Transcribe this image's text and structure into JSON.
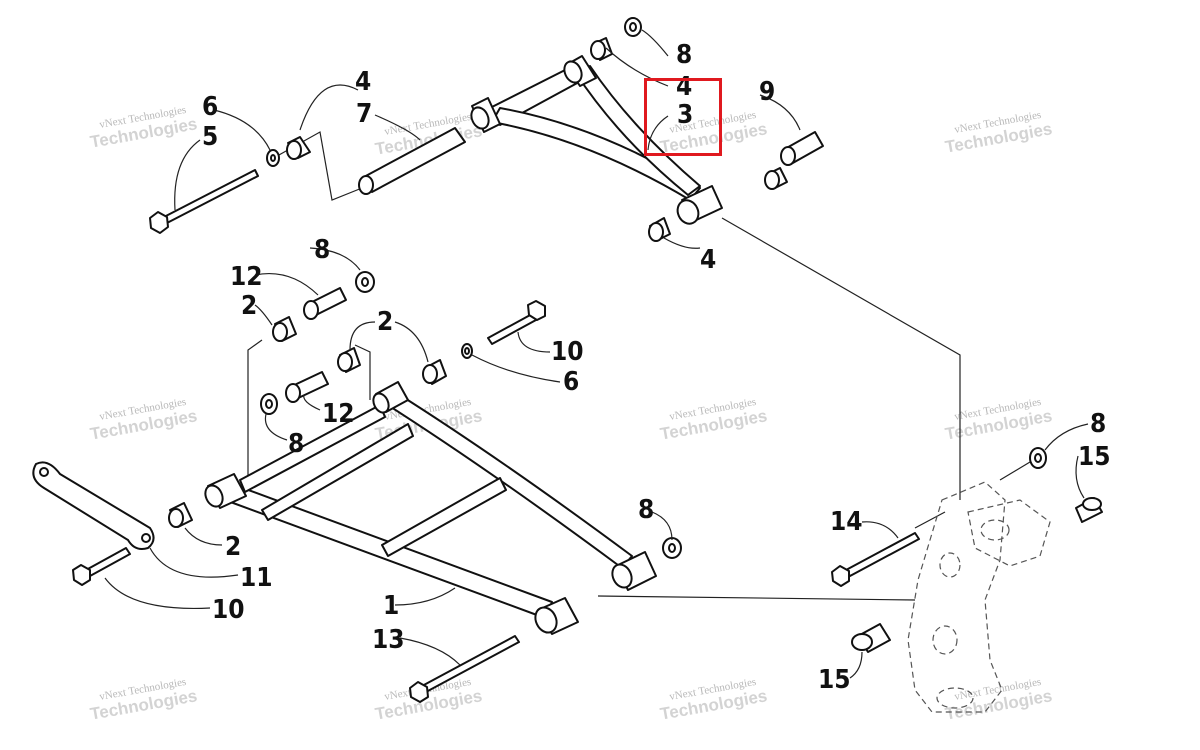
{
  "callouts": [
    {
      "id": "c-8a",
      "label": "8"
    },
    {
      "id": "c-4a",
      "label": "4"
    },
    {
      "id": "c-3",
      "label": "3"
    },
    {
      "id": "c-9",
      "label": "9"
    },
    {
      "id": "c-4b",
      "label": "4"
    },
    {
      "id": "c-7",
      "label": "7"
    },
    {
      "id": "c-6a",
      "label": "6"
    },
    {
      "id": "c-5",
      "label": "5"
    },
    {
      "id": "c-4c",
      "label": "4"
    },
    {
      "id": "c-8b",
      "label": "8"
    },
    {
      "id": "c-12a",
      "label": "12"
    },
    {
      "id": "c-2a",
      "label": "2"
    },
    {
      "id": "c-2b",
      "label": "2"
    },
    {
      "id": "c-10a",
      "label": "10"
    },
    {
      "id": "c-6b",
      "label": "6"
    },
    {
      "id": "c-12b",
      "label": "12"
    },
    {
      "id": "c-8c",
      "label": "8"
    },
    {
      "id": "c-8d",
      "label": "8"
    },
    {
      "id": "c-2c",
      "label": "2"
    },
    {
      "id": "c-11",
      "label": "11"
    },
    {
      "id": "c-10b",
      "label": "10"
    },
    {
      "id": "c-1",
      "label": "1"
    },
    {
      "id": "c-13",
      "label": "13"
    },
    {
      "id": "c-14",
      "label": "14"
    },
    {
      "id": "c-8e",
      "label": "8"
    },
    {
      "id": "c-15a",
      "label": "15"
    },
    {
      "id": "c-15b",
      "label": "15"
    }
  ],
  "watermark": {
    "line1": "vNext Technologies",
    "line2": "Technologies"
  },
  "highlight": {
    "color": "#e0191f",
    "target_label": "3"
  }
}
